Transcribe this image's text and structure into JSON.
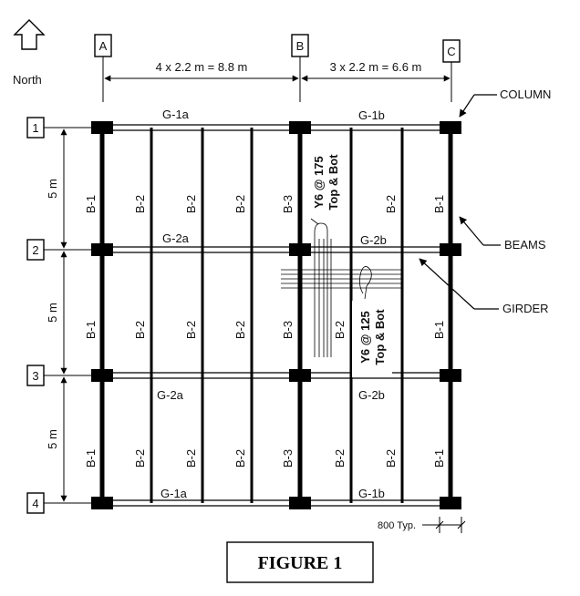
{
  "north": {
    "label": "North",
    "icon": "north-arrow-icon"
  },
  "grid": {
    "columns": [
      "A",
      "B",
      "C"
    ],
    "rows": [
      "1",
      "2",
      "3",
      "4"
    ]
  },
  "dimensions": {
    "span_ab": "4 x 2.2 m = 8.8 m",
    "span_bc": "3 x 2.2 m = 6.6 m",
    "bay_1_2": "5 m",
    "bay_2_3": "5 m",
    "bay_3_4": "5 m",
    "column_width": "800 Typ."
  },
  "girders": {
    "row1_ab": "G-1a",
    "row1_bc": "G-1b",
    "row2_ab": "G-2a",
    "row2_bc": "G-2b",
    "row3_ab": "G-2a",
    "row3_bc": "G-2b",
    "row4_ab": "G-1a",
    "row4_bc": "G-1b"
  },
  "beam_labels": {
    "b1": "B-1",
    "b2": "B-2",
    "b3": "B-3"
  },
  "reinforcement": {
    "top_note_line1": "Y6 @ 175",
    "top_note_line2": "Top & Bot",
    "mid_note_line1": "Y6 @ 125",
    "mid_note_line2": "Top & Bot"
  },
  "callouts": {
    "column": "COLUMN",
    "beams": "BEAMS",
    "girder": "GIRDER"
  },
  "figure_title": "FIGURE 1"
}
